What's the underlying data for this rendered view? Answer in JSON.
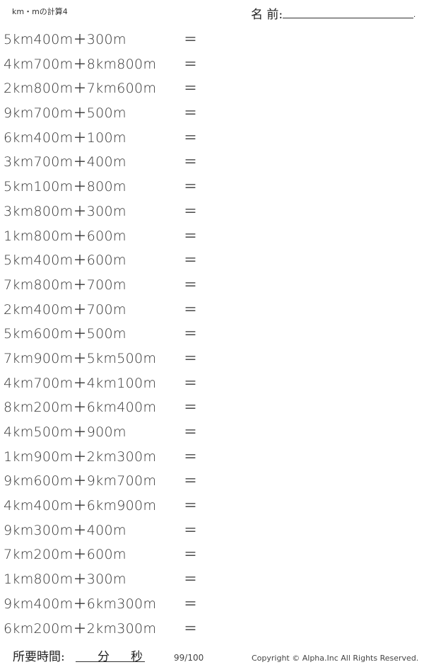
{
  "header": {
    "title": "km・mの計算4",
    "name_label": "名 前:",
    "dot": "."
  },
  "problems": [
    "5km400m＋300m",
    "4km700m＋8km800m",
    "2km800m＋7km600m",
    "9km700m＋500m",
    "6km400m＋100m",
    "3km700m＋400m",
    "5km100m＋800m",
    "3km800m＋300m",
    "1km800m＋600m",
    "5km400m＋600m",
    "7km800m＋700m",
    "2km400m＋700m",
    "5km600m＋500m",
    "7km900m＋5km500m",
    "4km700m＋4km100m",
    "8km200m＋6km400m",
    "4km500m＋900m",
    "1km900m＋2km300m",
    "9km600m＋9km700m",
    "4km400m＋6km900m",
    "9km300m＋400m",
    "7km200m＋600m",
    "1km800m＋300m",
    "9km400m＋6km300m",
    "6km200m＋2km300m"
  ],
  "equals": "＝",
  "footer": {
    "time_label": "所要時間:",
    "minutes": "分",
    "seconds": "秒",
    "page": "99/100",
    "copyright": "Copyright © Alpha.Inc All Rights Reserved."
  }
}
